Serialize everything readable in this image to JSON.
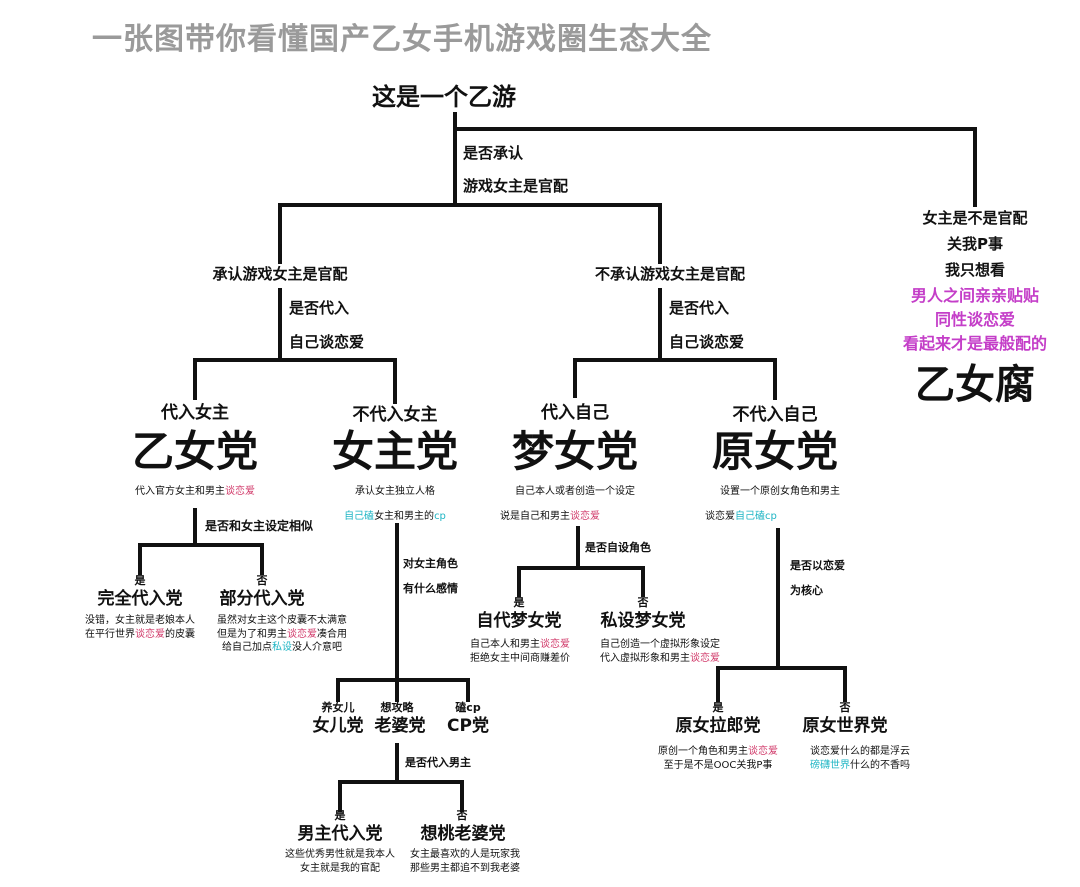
{
  "title": "一张图带你看懂国产乙女手机游戏圈生态大全",
  "colors": {
    "line": "#111111",
    "title": "#9a9a9a",
    "pink": "#d13a6a",
    "cyan": "#1fb5c4",
    "purple": "#c43ec8"
  },
  "root": {
    "label": "这是一个乙游",
    "q1": "是否承认",
    "q2": "游戏女主是官配"
  },
  "branches": {
    "acknowledge": "承认游戏女主是官配",
    "deny": "不承认游戏女主是官配"
  },
  "q_self_romance": {
    "l1": "是否代入",
    "l2": "自己谈恋爱"
  },
  "q_self_romance2": {
    "l1": "是否代入",
    "l2": "自己谈恋爱"
  },
  "rot": {
    "l1": "女主是不是官配",
    "l2": "关我P事",
    "l3": "我只想看",
    "l4": "男人之间亲亲贴贴",
    "l5": "同性谈恋爱",
    "l6": "看起来才是最般配的",
    "name": "乙女腐"
  },
  "otome": {
    "label": "代入女主",
    "name": "乙女党",
    "desc": "代入官方女主和男主",
    "desc_pink": "谈恋爱",
    "q": "是否和女主设定相似",
    "yes": {
      "tag": "是",
      "name": "完全代入党",
      "d1": "没错，女主就是老娘本人",
      "d2a": "在平行世界",
      "d2b": "谈恋爱",
      "d2c": "的皮囊"
    },
    "no": {
      "tag": "否",
      "name": "部分代入党",
      "d1": "虽然对女主这个皮囊不太满意",
      "d2a": "但是为了和男主",
      "d2b": "谈恋爱",
      "d2c": "凑合用",
      "d3a": "给自己加点",
      "d3b": "私设",
      "d3c": "没人介意吧"
    }
  },
  "heroine": {
    "label": "不代入女主",
    "name": "女主党",
    "desc": "承认女主独立人格",
    "d2a": "自己磕",
    "d2b": "女主和男主的",
    "d2c": "cp",
    "q1": "对女主角色",
    "q2": "有什么感情",
    "daughter": {
      "tag": "养女儿",
      "name": "女儿党"
    },
    "wife": {
      "tag": "想攻略",
      "name": "老婆党"
    },
    "cp": {
      "tag": "磕cp",
      "name": "CP党"
    },
    "q_male": "是否代入男主",
    "yes": {
      "tag": "是",
      "name": "男主代入党",
      "d1": "这些优秀男性就是我本人",
      "d2": "女主就是我的官配"
    },
    "no": {
      "tag": "否",
      "name": "想桃老婆党",
      "d1": "女主最喜欢的人是玩家我",
      "d2": "那些男主都追不到我老婆"
    }
  },
  "dream": {
    "label": "代入自己",
    "name": "梦女党",
    "desc": "自己本人或者创造一个设定",
    "d2a": "说是自己和男主",
    "d2b": "谈恋爱",
    "q": "是否自设角色",
    "yes": {
      "tag": "是",
      "name": "自代梦女党",
      "d1a": "自己本人和男主",
      "d1b": "谈恋爱",
      "d2": "拒绝女主中间商赚差价"
    },
    "no": {
      "tag": "否",
      "name": "私设梦女党",
      "d1": "自己创造一个虚拟形象设定",
      "d2a": "代入虚拟形象和男主",
      "d2b": "谈恋爱"
    }
  },
  "original": {
    "label": "不代入自己",
    "name": "原女党",
    "desc": "设置一个原创女角色和男主",
    "d2a": "谈恋爱",
    "d2b": "自己磕",
    "d2c": "cp",
    "q1": "是否以恋爱",
    "q2": "为核心",
    "yes": {
      "tag": "是",
      "name": "原女拉郎党",
      "d1a": "原创一个角色和男主",
      "d1b": "谈恋爱",
      "d2": "至于是不是OOC关我P事"
    },
    "no": {
      "tag": "否",
      "name": "原女世界党",
      "d1": "谈恋爱什么的都是浮云",
      "d2a": "磅礴世界",
      "d2b": "什么的不香吗"
    }
  }
}
